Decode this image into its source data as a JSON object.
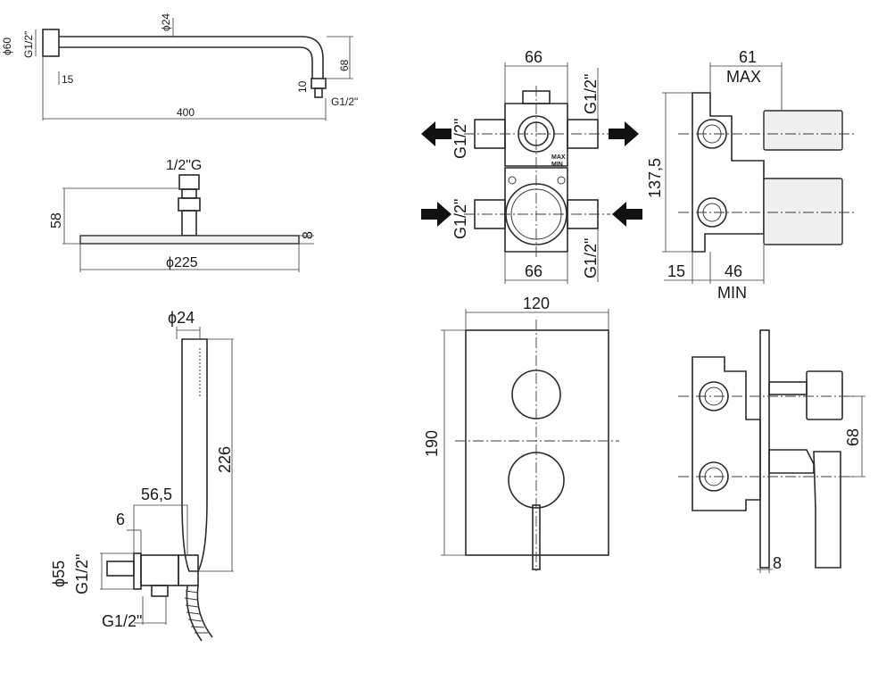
{
  "shower_arm": {
    "dia_60": "ϕ60",
    "thread_left": "G1/2\"",
    "dia_24": "ϕ24",
    "height_68": "68",
    "dim_15": "15",
    "dim_10": "10",
    "thread_right": "G1/2\"",
    "length_400": "400"
  },
  "shower_head": {
    "thread": "1/2\"G",
    "height_58": "58",
    "thickness_8": "8",
    "dia_225": "ϕ225"
  },
  "hand_shower": {
    "dia_24": "ϕ24",
    "length_226": "226",
    "dim_56_5": "56,5",
    "dim_6": "6",
    "dia_55": "ϕ55",
    "thread_side": "G1/2\"",
    "thread_bottom": "G1/2\""
  },
  "valve_front": {
    "width_top": "66",
    "thread_right_top": "G1/2\"",
    "thread_left_top": "G1/2\"",
    "thread_left_bottom": "G1/2\"",
    "thread_right_bottom": "G1/2\"",
    "width_bottom": "66",
    "label_max": "MAX",
    "label_min": "MIN"
  },
  "valve_side": {
    "width_61": "61",
    "max": "MAX",
    "height_137_5": "137,5",
    "dim_15": "15",
    "dim_46": "46",
    "min": "MIN"
  },
  "cover_plate": {
    "width_120": "120",
    "height_190": "190"
  },
  "mixer_side": {
    "height_68": "68",
    "thickness_8": "8"
  }
}
